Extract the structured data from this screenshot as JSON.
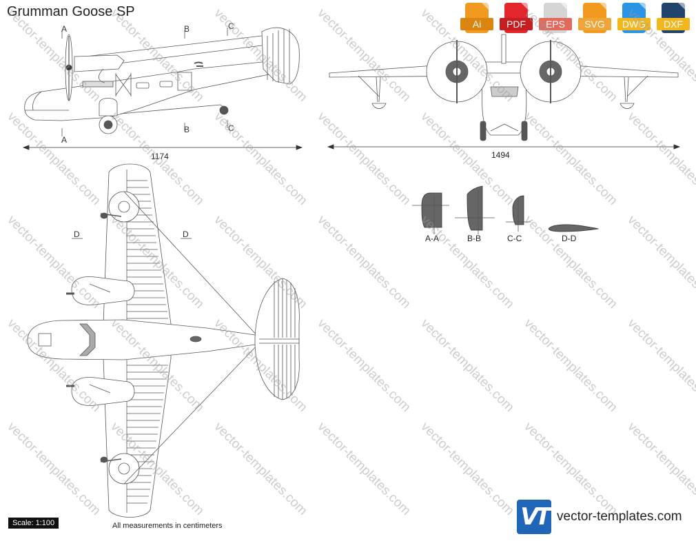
{
  "title": "Grumman Goose SP",
  "formats": [
    {
      "label": "Ai",
      "icon": "ai-file-icon",
      "color": "#f29a1f"
    },
    {
      "label": "PDF",
      "icon": "pdf-file-icon",
      "color": "#e3262b"
    },
    {
      "label": "EPS",
      "icon": "eps-file-icon",
      "color": "#c9c9c9"
    },
    {
      "label": "SVG",
      "icon": "svg-file-icon",
      "color": "#f29a1f"
    },
    {
      "label": "DWG",
      "icon": "dwg-file-icon",
      "color": "#2b94e5"
    },
    {
      "label": "DXF",
      "icon": "dxf-file-icon",
      "color": "#22436b"
    }
  ],
  "dimensions": {
    "length": "1174",
    "wingspan": "1494"
  },
  "section_markers": {
    "a": "A",
    "b": "B",
    "c": "C",
    "d": "D"
  },
  "sections": [
    "A-A",
    "B-B",
    "C-C",
    "D-D"
  ],
  "scale": "Scale: 1:100",
  "note": "All measurements in centimeters",
  "watermark": "vector-templates.com",
  "brand": {
    "logo": "VT",
    "site": "vector-templates.com"
  }
}
